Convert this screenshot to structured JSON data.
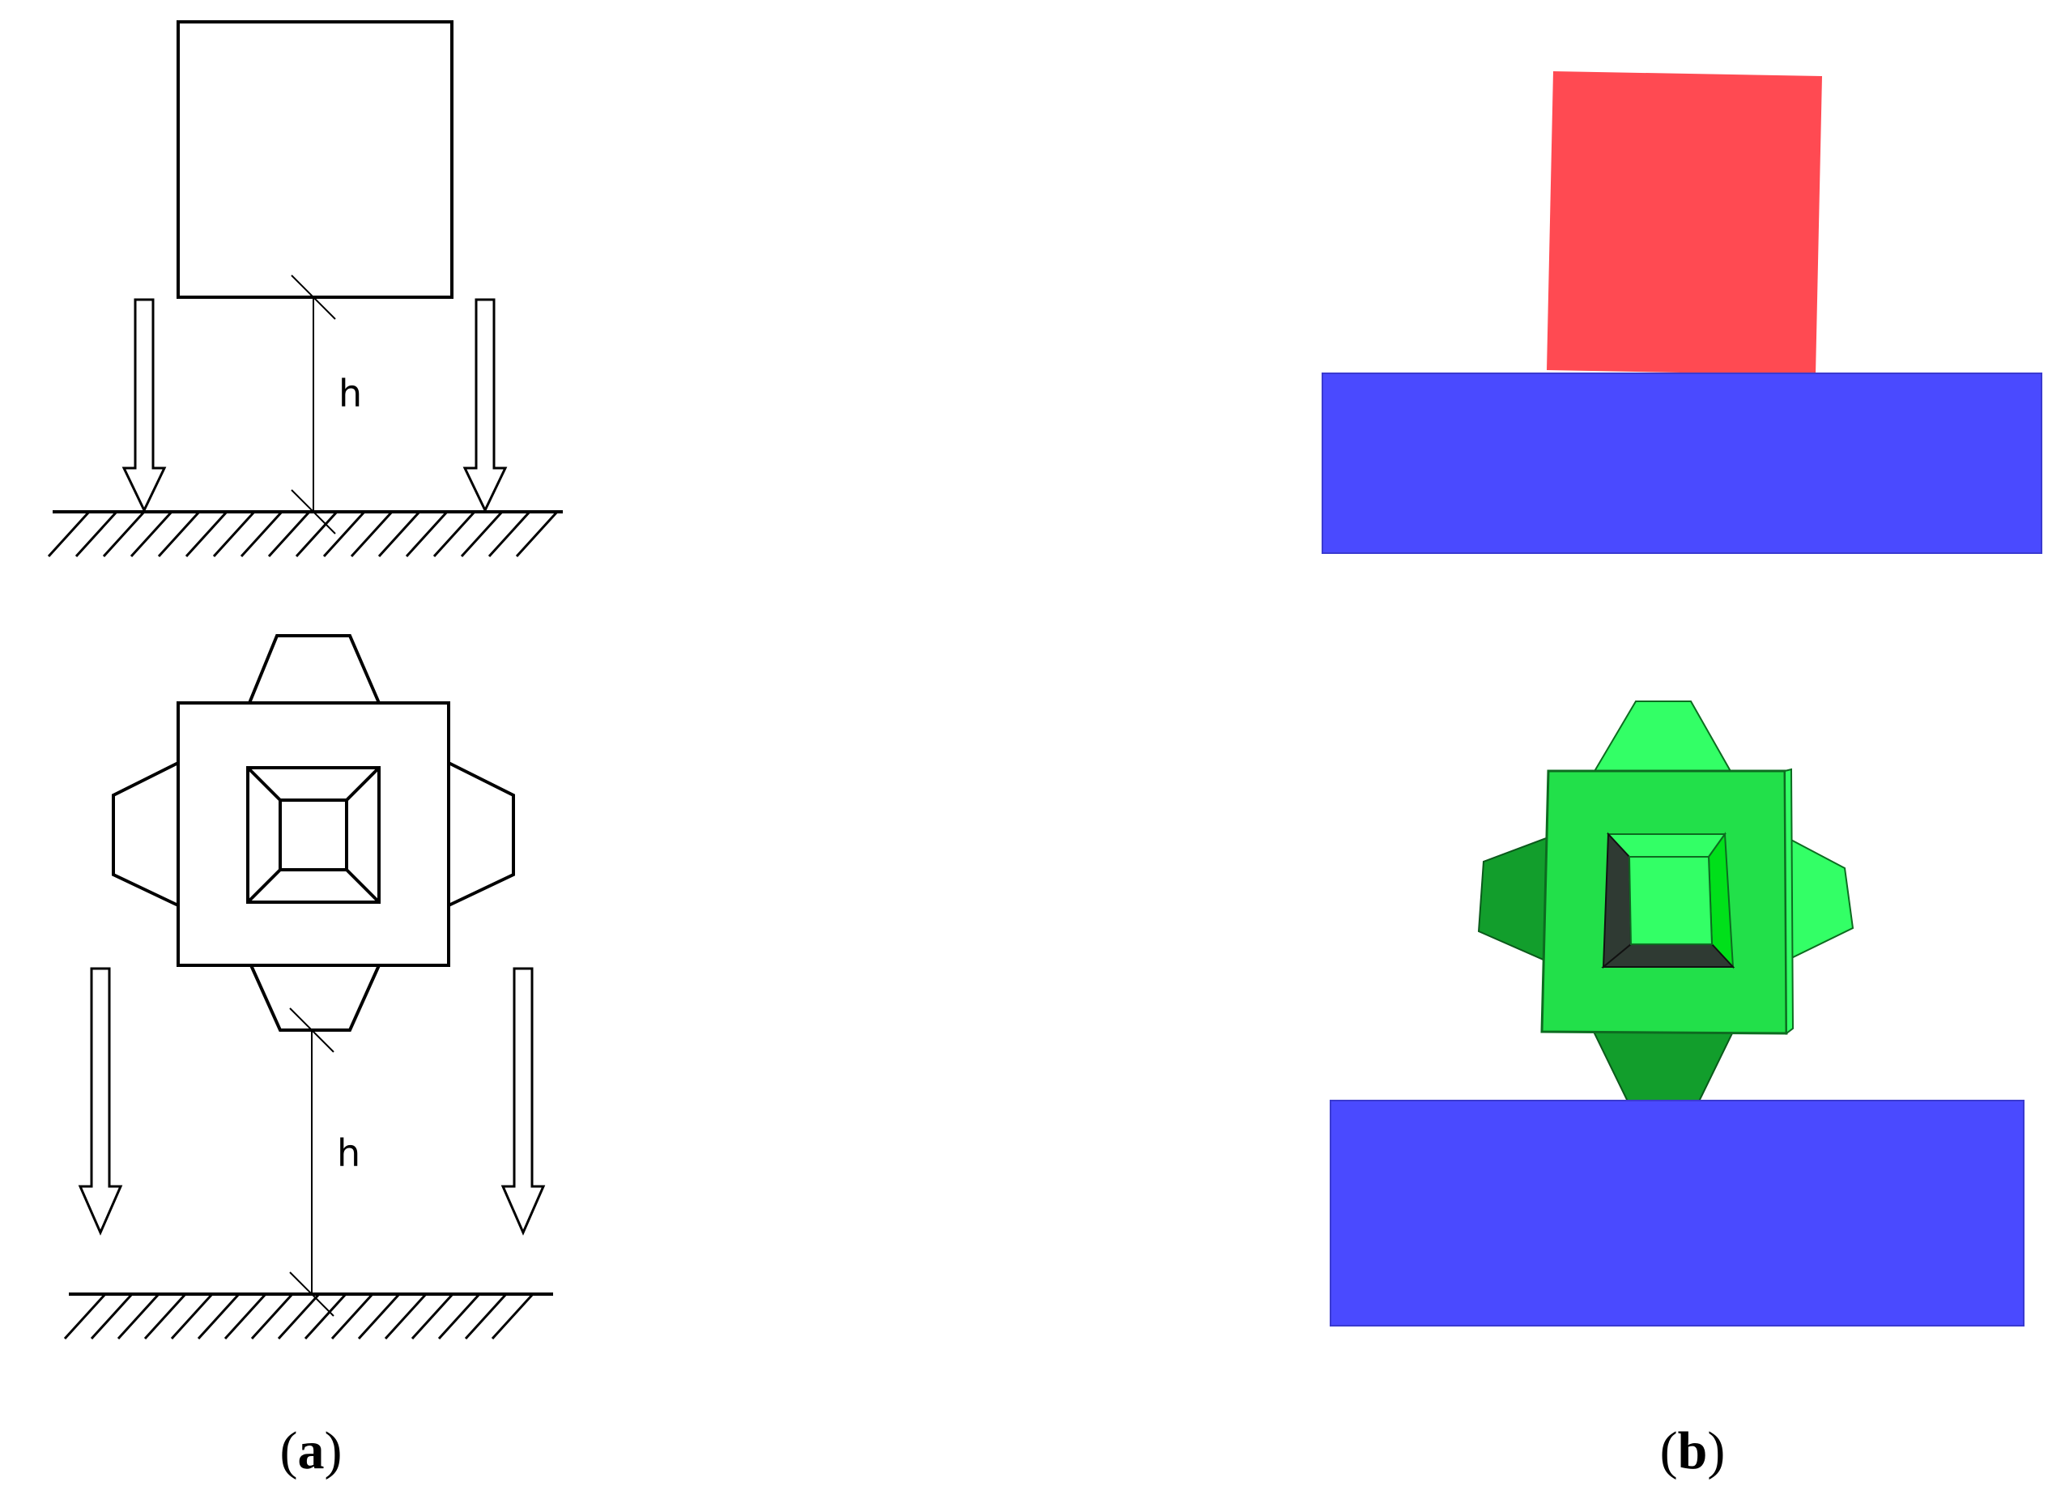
{
  "panels": [
    {
      "caption_open": "(",
      "caption_letter": "a",
      "caption_close": ")"
    },
    {
      "caption_open": "(",
      "caption_letter": "b",
      "caption_close": ")"
    }
  ],
  "dimension_labels": {
    "top": "h",
    "bottom": "h"
  },
  "colors": {
    "red_block": "#ff4a52",
    "blue_base": "#4a4aff",
    "green_light": "#33ff66",
    "green_face": "#22e04a",
    "green_dark": "#129e2c",
    "hole_dark": "#2f3a33"
  }
}
